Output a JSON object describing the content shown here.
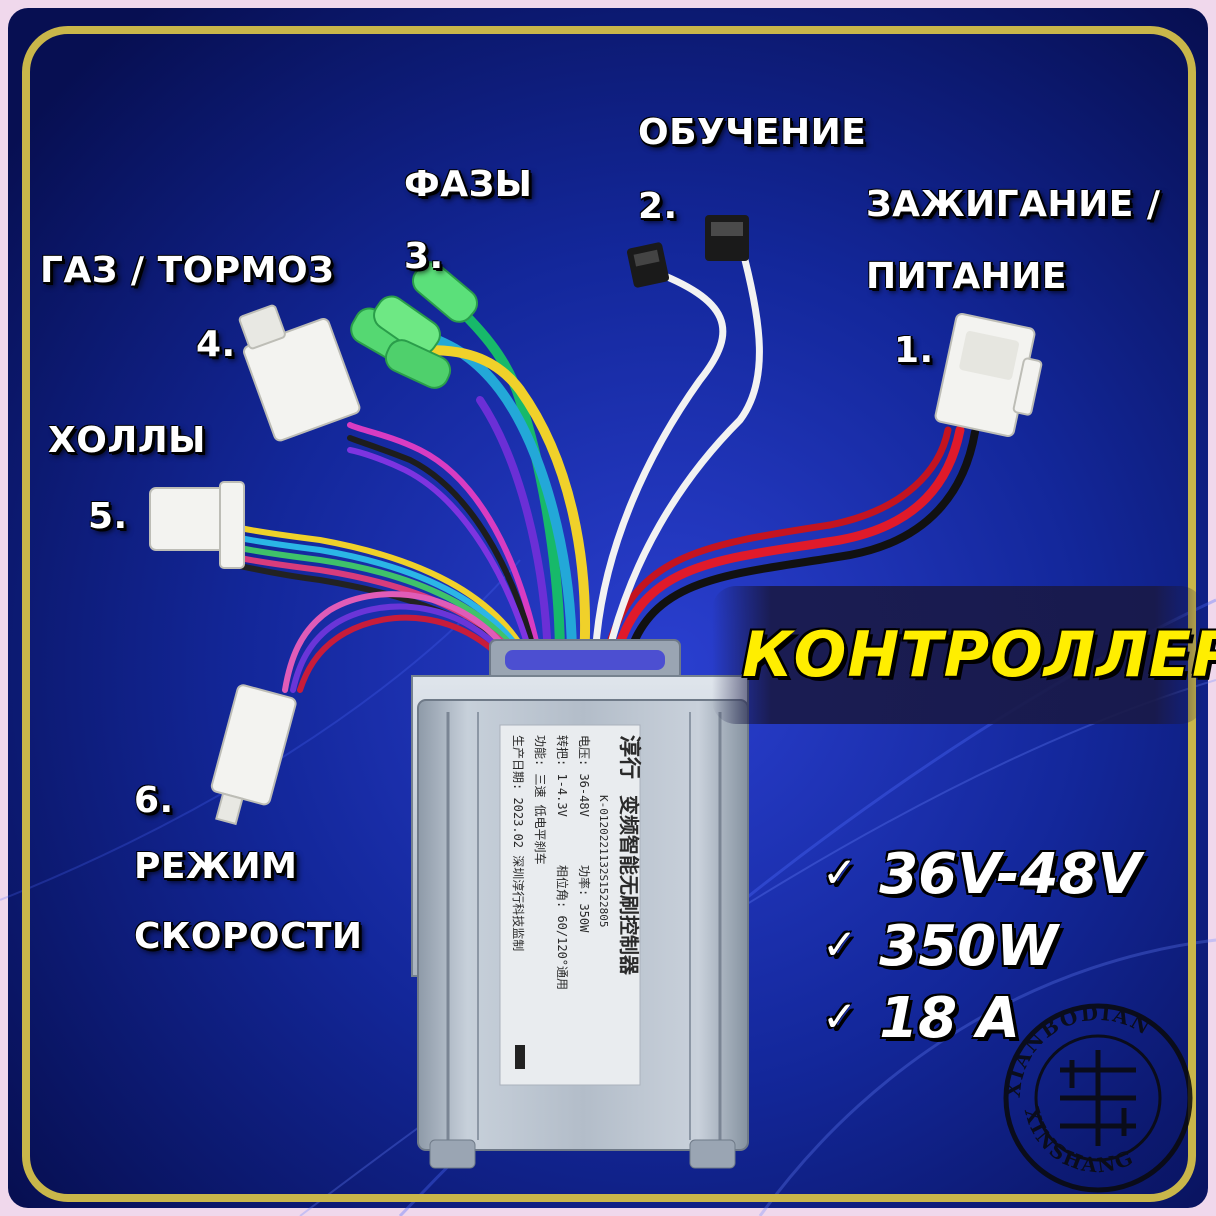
{
  "title": "КОНТРОЛЛЕР",
  "labels": {
    "ignition": {
      "num": "1.",
      "line1": "ЗАЖИГАНИЕ /",
      "line2": "ПИТАНИЕ"
    },
    "learning": {
      "num": "2.",
      "text": "ОБУЧЕНИЕ"
    },
    "phases": {
      "num": "3.",
      "text": "ФАЗЫ"
    },
    "throttle": {
      "num": "4.",
      "text": "ГАЗ / ТОРМОЗ"
    },
    "halls": {
      "num": "5.",
      "text": "ХОЛЛЫ"
    },
    "speed": {
      "num": "6.",
      "line1": "РЕЖИМ",
      "line2": "СКОРОСТИ"
    }
  },
  "specs": [
    {
      "check": "✓",
      "value": "36V-48V"
    },
    {
      "check": "✓",
      "value": "350W"
    },
    {
      "check": "✓",
      "value": "18 A"
    }
  ],
  "device_label": {
    "brand": "淳行",
    "product": "变频智能无刷控制器",
    "model": "K-0120221132S1522805",
    "voltage": "电压: 36-48V",
    "power": "功率: 350W",
    "throttle": "转把: 1-4.3V",
    "phase_angle": "相位角: 60/120°通用",
    "function": "功能: 三速 低电平刹车",
    "date": "生产日期: 2023.02 深圳淳行科技监制"
  },
  "watermark": {
    "top": "XIANBODIAN",
    "bottom": "XINSHANG"
  },
  "colors": {
    "background": "#0a1a6e",
    "frame": "#c9b64a",
    "title": "#ffee00",
    "label": "#ffffff"
  }
}
